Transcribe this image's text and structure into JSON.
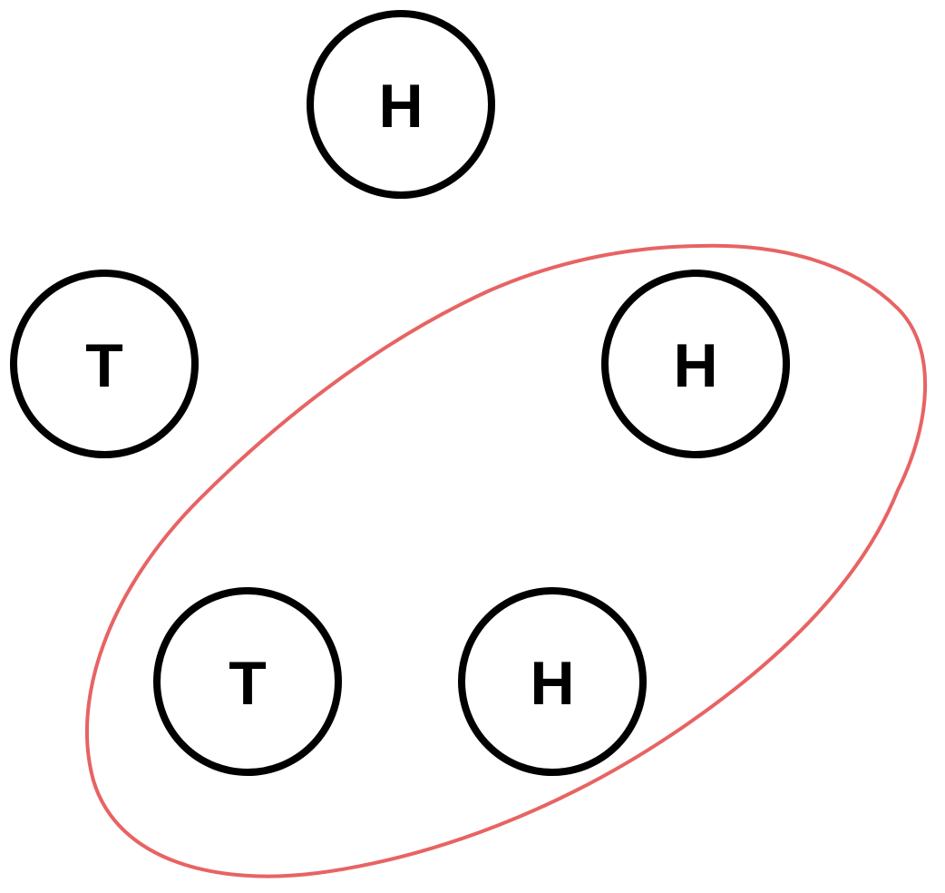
{
  "colors": {
    "coin_stroke": "#000000",
    "coin_text": "#000000",
    "group_outline": "#e86363",
    "background": "#ffffff"
  },
  "coins": [
    {
      "label": "H",
      "in_group": false
    },
    {
      "label": "T",
      "in_group": false
    },
    {
      "label": "H",
      "in_group": true
    },
    {
      "label": "T",
      "in_group": true
    },
    {
      "label": "H",
      "in_group": true
    }
  ]
}
